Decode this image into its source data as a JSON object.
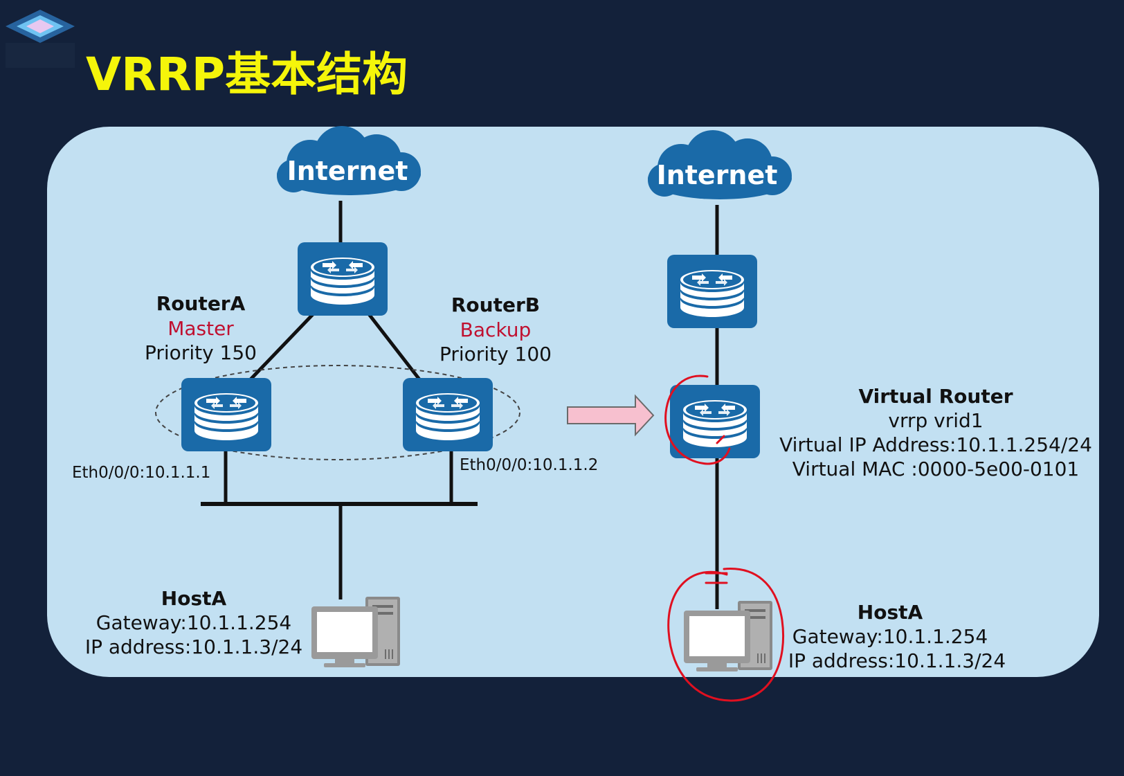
{
  "slide": {
    "title": "VRRP基本结构",
    "background_color": "#13213a",
    "panel_color": "#c2e0f2",
    "title_color": "#f5f50a"
  },
  "left": {
    "internet": "Internet",
    "router_a": {
      "name": "RouterA",
      "role": "Master",
      "priority": "Priority 150"
    },
    "router_b": {
      "name": "RouterB",
      "role": "Backup",
      "priority": "Priority 100"
    },
    "eth_a": "Eth0/0/0:10.1.1.1",
    "eth_b": "Eth0/0/0:10.1.1.2",
    "host": {
      "name": "HostA",
      "gateway": "Gateway:10.1.1.254",
      "ip": "IP address:10.1.1.3/24"
    }
  },
  "right": {
    "internet": "Internet",
    "virtual_router": {
      "name": "Virtual Router",
      "vrid": "vrrp vrid1",
      "ip": "Virtual IP Address:10.1.1.254/24",
      "mac": "Virtual MAC :0000-5e00-0101"
    },
    "host": {
      "name": "HostA",
      "gateway": "Gateway:10.1.1.254",
      "ip": "IP address:10.1.1.3/24"
    }
  },
  "colors": {
    "router_blue": "#1a6aa8",
    "role_red": "#c01030",
    "cloud_blue": "#1a6aa8",
    "arrow_pink": "#f7c0cf",
    "annotation_red": "#e01020"
  },
  "icons": [
    "cloud-icon",
    "router-icon",
    "computer-icon",
    "logo-icon",
    "arrow-icon"
  ]
}
